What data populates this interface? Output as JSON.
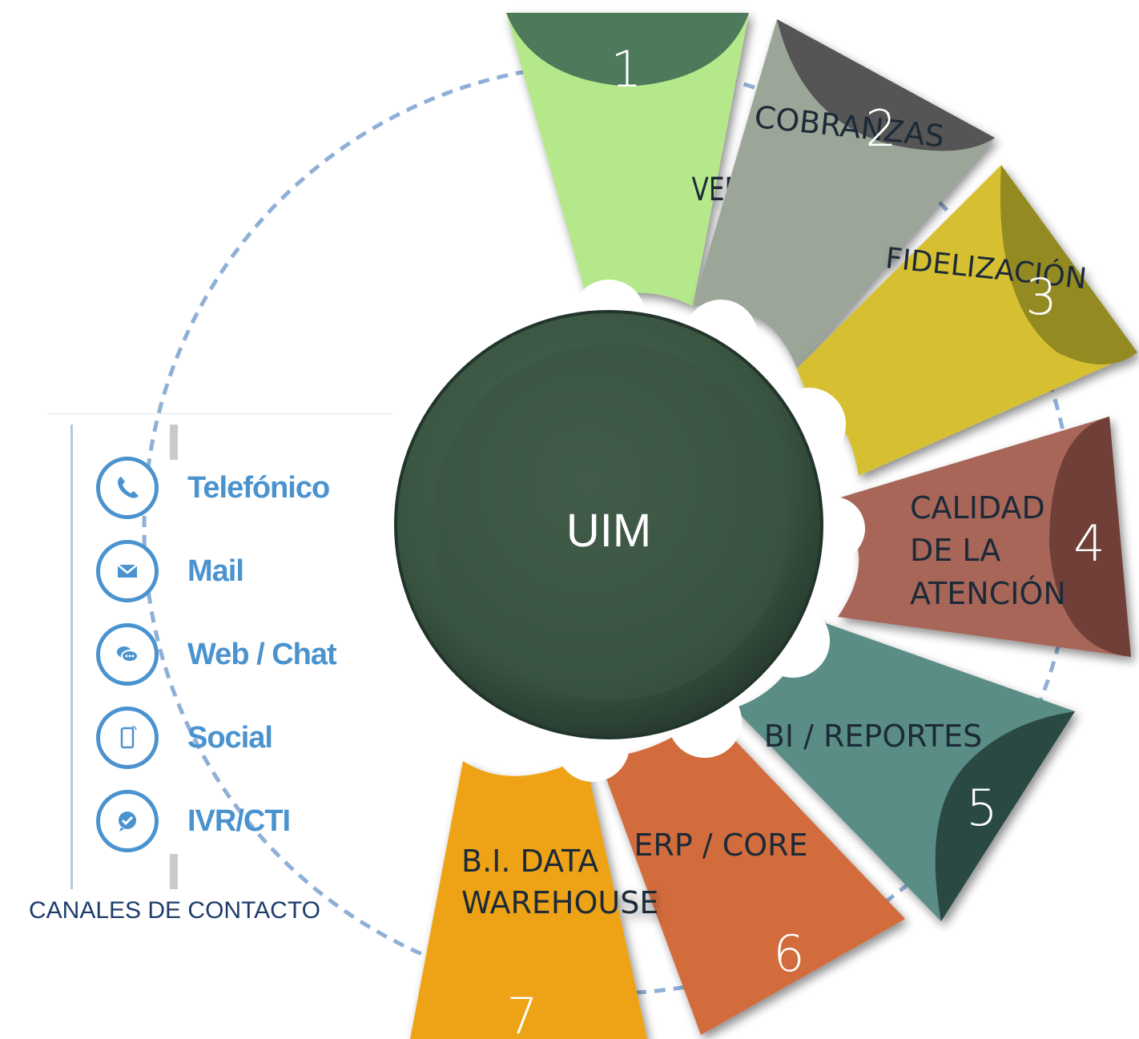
{
  "center": {
    "label": "UIM"
  },
  "modules": [
    {
      "number": "1",
      "label_lines": [
        "VENTAS"
      ],
      "color": "#b5e88a",
      "cap_color": "#4e7a5a"
    },
    {
      "number": "2",
      "label_lines": [
        "COBRANZAS"
      ],
      "color": "#9ba698",
      "cap_color": "#555555"
    },
    {
      "number": "3",
      "label_lines": [
        "FIDELIZACIÓN"
      ],
      "color": "#d6c031",
      "cap_color": "#948a22"
    },
    {
      "number": "4",
      "label_lines": [
        "CALIDAD",
        "DE LA",
        "ATENCIÓN"
      ],
      "color": "#a76659",
      "cap_color": "#6f3f39"
    },
    {
      "number": "5",
      "label_lines": [
        "BI / REPORTES"
      ],
      "color": "#5a8d86",
      "cap_color": "#2b4a43"
    },
    {
      "number": "6",
      "label_lines": [
        "ERP / CORE"
      ],
      "color": "#d36c3d",
      "cap_color": "#b85a2e"
    },
    {
      "number": "7",
      "label_lines": [
        "B.I. DATA",
        "WAREHOUSE"
      ],
      "color": "#eea318",
      "cap_color": "#d68f0f"
    }
  ],
  "channels": {
    "items": [
      {
        "label": "Telefónico",
        "icon": "phone-icon"
      },
      {
        "label": "Mail",
        "icon": "mail-icon"
      },
      {
        "label": "Web / Chat",
        "icon": "chat-icon"
      },
      {
        "label": "Social",
        "icon": "mobile-icon"
      },
      {
        "label": "IVR/CTI",
        "icon": "check-chat-icon"
      }
    ],
    "caption": "CANALES DE CONTACTO"
  },
  "colors": {
    "hub": "#3a5442",
    "dashed_ring": "#8fb0d6",
    "channel_blue": "#4a93cf"
  }
}
